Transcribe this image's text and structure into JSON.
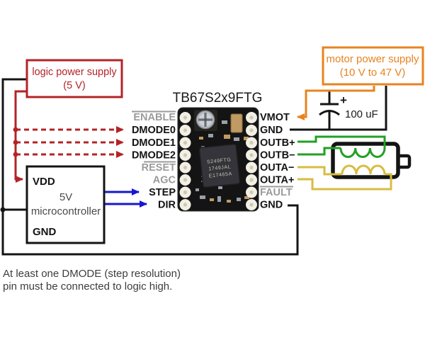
{
  "title": "TB67S2x9FTG",
  "boxes": {
    "logic_supply": {
      "line1": "logic power supply",
      "line2": "(5 V)"
    },
    "motor_supply": {
      "line1": "motor power supply",
      "line2": "(10 V to 47 V)"
    },
    "microcontroller": {
      "vdd": "VDD",
      "name_line1": "5V",
      "name_line2": "microcontroller",
      "gnd": "GND"
    }
  },
  "pins": {
    "left": [
      {
        "id": "enable",
        "label": "ENABLE",
        "muted": true,
        "overline": true
      },
      {
        "id": "dmode0",
        "label": "DMODE0",
        "muted": false
      },
      {
        "id": "dmode1",
        "label": "DMODE1",
        "muted": false
      },
      {
        "id": "dmode2",
        "label": "DMODE2",
        "muted": false
      },
      {
        "id": "reset",
        "label": "RESET",
        "muted": true,
        "overline": true
      },
      {
        "id": "agc",
        "label": "AGC",
        "muted": true
      },
      {
        "id": "step",
        "label": "STEP",
        "muted": false
      },
      {
        "id": "dir",
        "label": "DIR",
        "muted": false
      }
    ],
    "right": [
      {
        "id": "vmot",
        "label": "VMOT",
        "muted": false
      },
      {
        "id": "gnd1",
        "label": "GND",
        "muted": false
      },
      {
        "id": "outbp",
        "label": "OUTB+",
        "muted": false
      },
      {
        "id": "outbm",
        "label": "OUTB−",
        "muted": false
      },
      {
        "id": "outam",
        "label": "OUTA−",
        "muted": false
      },
      {
        "id": "outap",
        "label": "OUTA+",
        "muted": false
      },
      {
        "id": "fault",
        "label": "FAULT",
        "muted": true,
        "overline": true
      },
      {
        "id": "gnd2",
        "label": "GND",
        "muted": false
      }
    ]
  },
  "capacitor": {
    "plus": "+",
    "value": "100 uF"
  },
  "chip_marking": {
    "line1": "S249FTG",
    "line2": "1749JAL",
    "line3": "E17465A"
  },
  "note": {
    "line1": "At least one DMODE (step resolution)",
    "line2": "pin must be connected to logic high."
  },
  "colors": {
    "logic_red": "#b32427",
    "motor_orange": "#e8831f",
    "wire_green": "#22a023",
    "wire_yellow": "#d8bc42",
    "wire_blue": "#1717cf",
    "wire_black": "#141414",
    "muted_gray": "#9b9b9b"
  }
}
